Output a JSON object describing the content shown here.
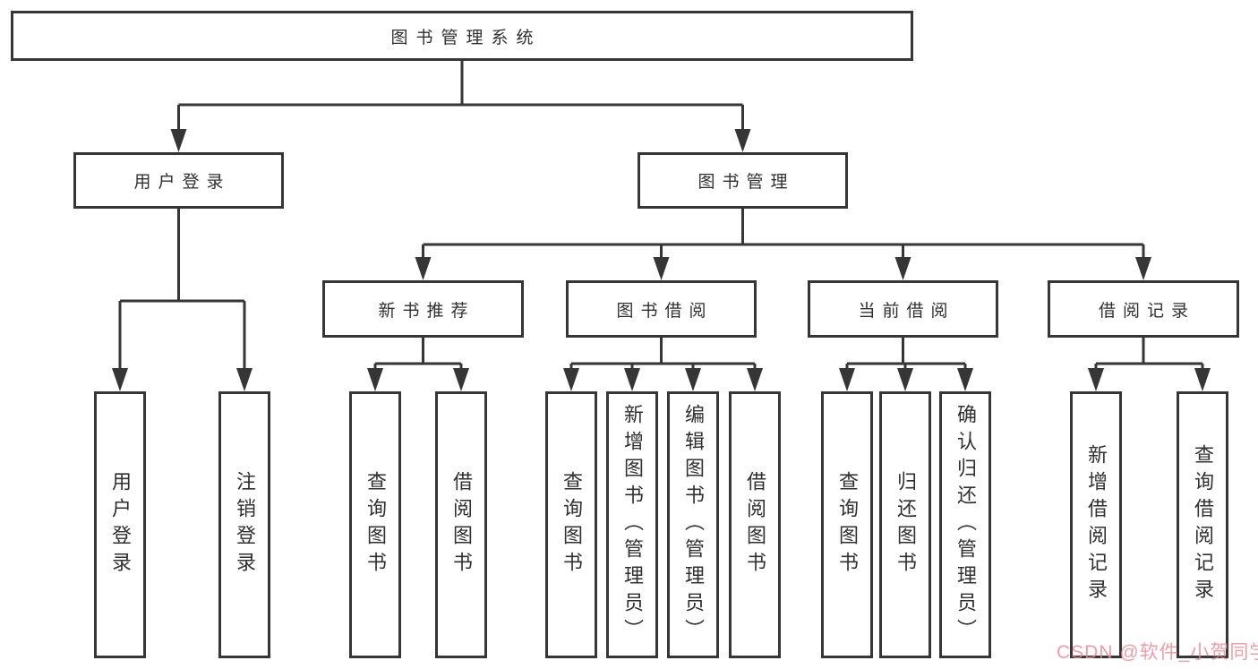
{
  "diagram": {
    "root": {
      "label": "图书管理系统"
    },
    "level1": [
      {
        "label": "用户登录"
      },
      {
        "label": "图书管理"
      }
    ],
    "level2": [
      {
        "label": "新书推荐"
      },
      {
        "label": "图书借阅"
      },
      {
        "label": "当前借阅"
      },
      {
        "label": "借阅记录"
      }
    ],
    "leaves": {
      "login": [
        "用户登录",
        "注销登录"
      ],
      "recommend": [
        "查询图书",
        "借阅图书"
      ],
      "borrow": [
        "查询图书",
        "新增图书（管理员）",
        "编辑图书（管理员）",
        "借阅图书"
      ],
      "current": [
        "查询图书",
        "归还图书",
        "确认归还（管理员）"
      ],
      "records": [
        "新增借阅记录",
        "查询借阅记录"
      ]
    }
  },
  "watermark": {
    "text": "CSDN @软件_小贺同学",
    "color": "#EE8490"
  },
  "colors": {
    "background": "#FFFFFF",
    "line": "#363636",
    "box_border": "#363636",
    "text": "#303030"
  }
}
